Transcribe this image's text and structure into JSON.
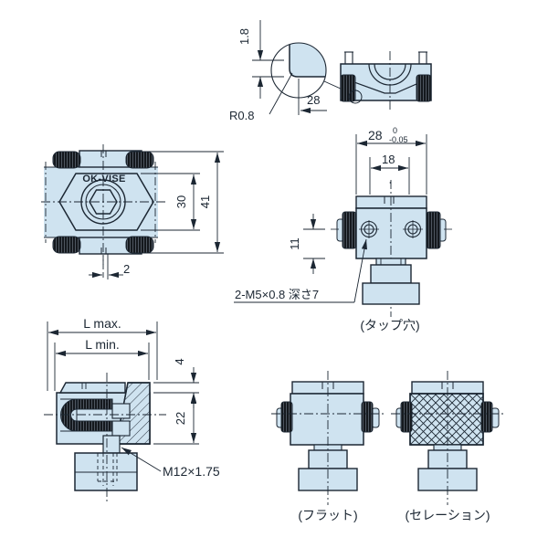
{
  "drawing": {
    "title": "OK-VISE clamp technical drawing",
    "colors": {
      "fill": "#cfe3f0",
      "line": "#1c2733",
      "knurl": "#14181d",
      "background": "#ffffff"
    },
    "detail": {
      "height": "1.8",
      "radius": "R0.8",
      "width": "28"
    },
    "top_view": {
      "brand": "OK-VISE",
      "dim_height": "30",
      "dim_overall": "41",
      "dim_offset": "2"
    },
    "tap_view": {
      "dim_width": "28",
      "tol_upper": "0",
      "tol_lower": "-0.05",
      "dim_inner": "18",
      "dim_height": "11",
      "note": "2-M5×0.8 深さ7",
      "caption": "(タップ穴)"
    },
    "section_view": {
      "l_max": "L max.",
      "l_min": "L min.",
      "dim_cap": "4",
      "dim_body": "22",
      "thread": "M12×1.75"
    },
    "flat_view": {
      "caption": "(フラット)"
    },
    "serration_view": {
      "caption": "(セレーション)"
    }
  }
}
